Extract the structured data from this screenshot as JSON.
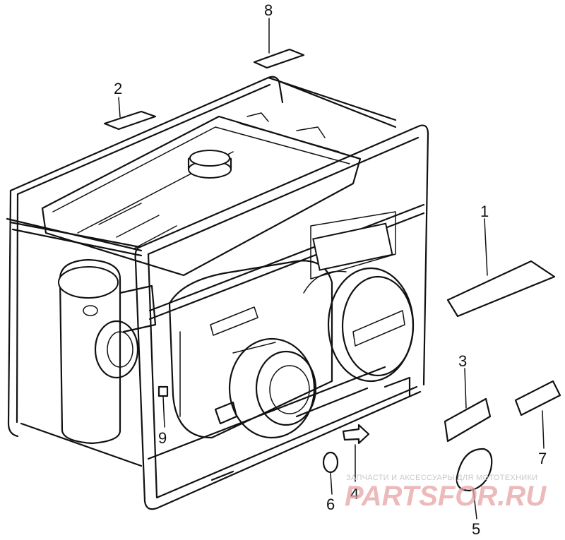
{
  "callouts": {
    "c1": "1",
    "c2": "2",
    "c3": "3",
    "c4": "4",
    "c5": "5",
    "c6": "6",
    "c7": "7",
    "c8": "8",
    "c9": "9"
  },
  "watermark": {
    "tagline": "ЗАПЧАСТИ И АКСЕССУАРЫ ДЛЯ МОТОТЕХНИКИ",
    "logo": "PARTSFOR.RU"
  },
  "colors": {
    "ink": "#111111",
    "watermark_logo": "#e6a3a3",
    "watermark_tagline": "#c9c9c9"
  }
}
